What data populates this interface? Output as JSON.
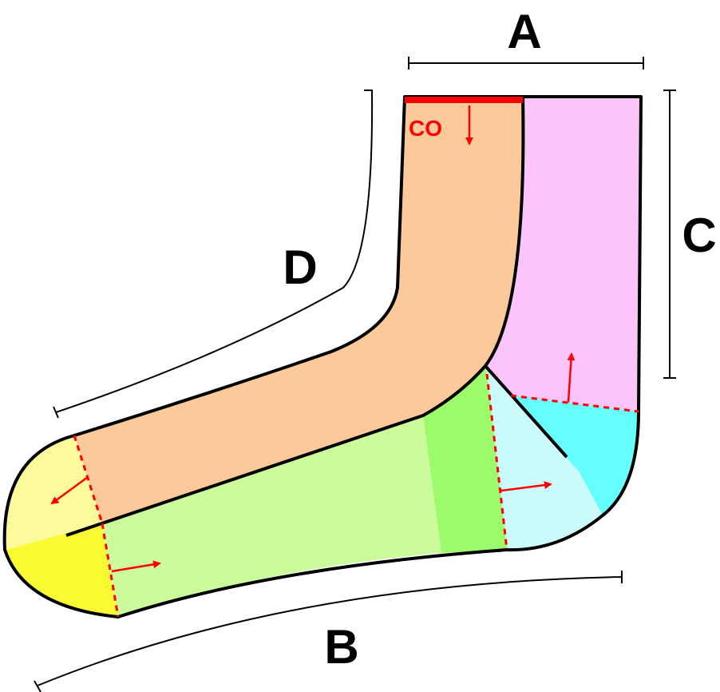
{
  "labels": {
    "a": "A",
    "b": "B",
    "c": "C",
    "d": "D",
    "cast_on": "CO"
  },
  "colors": {
    "leg_front": "#fbc99a",
    "leg_back": "#fbc4fb",
    "heel_flap": "#66ffff",
    "heel_turn": "#ccfbfb",
    "gusset": "#9cfb6a",
    "foot_sole": "#ccfb9c",
    "toe_top": "#fbfb9c",
    "toe_bottom": "#fbfb33",
    "marker": "#ff0000",
    "outline": "#000000"
  }
}
